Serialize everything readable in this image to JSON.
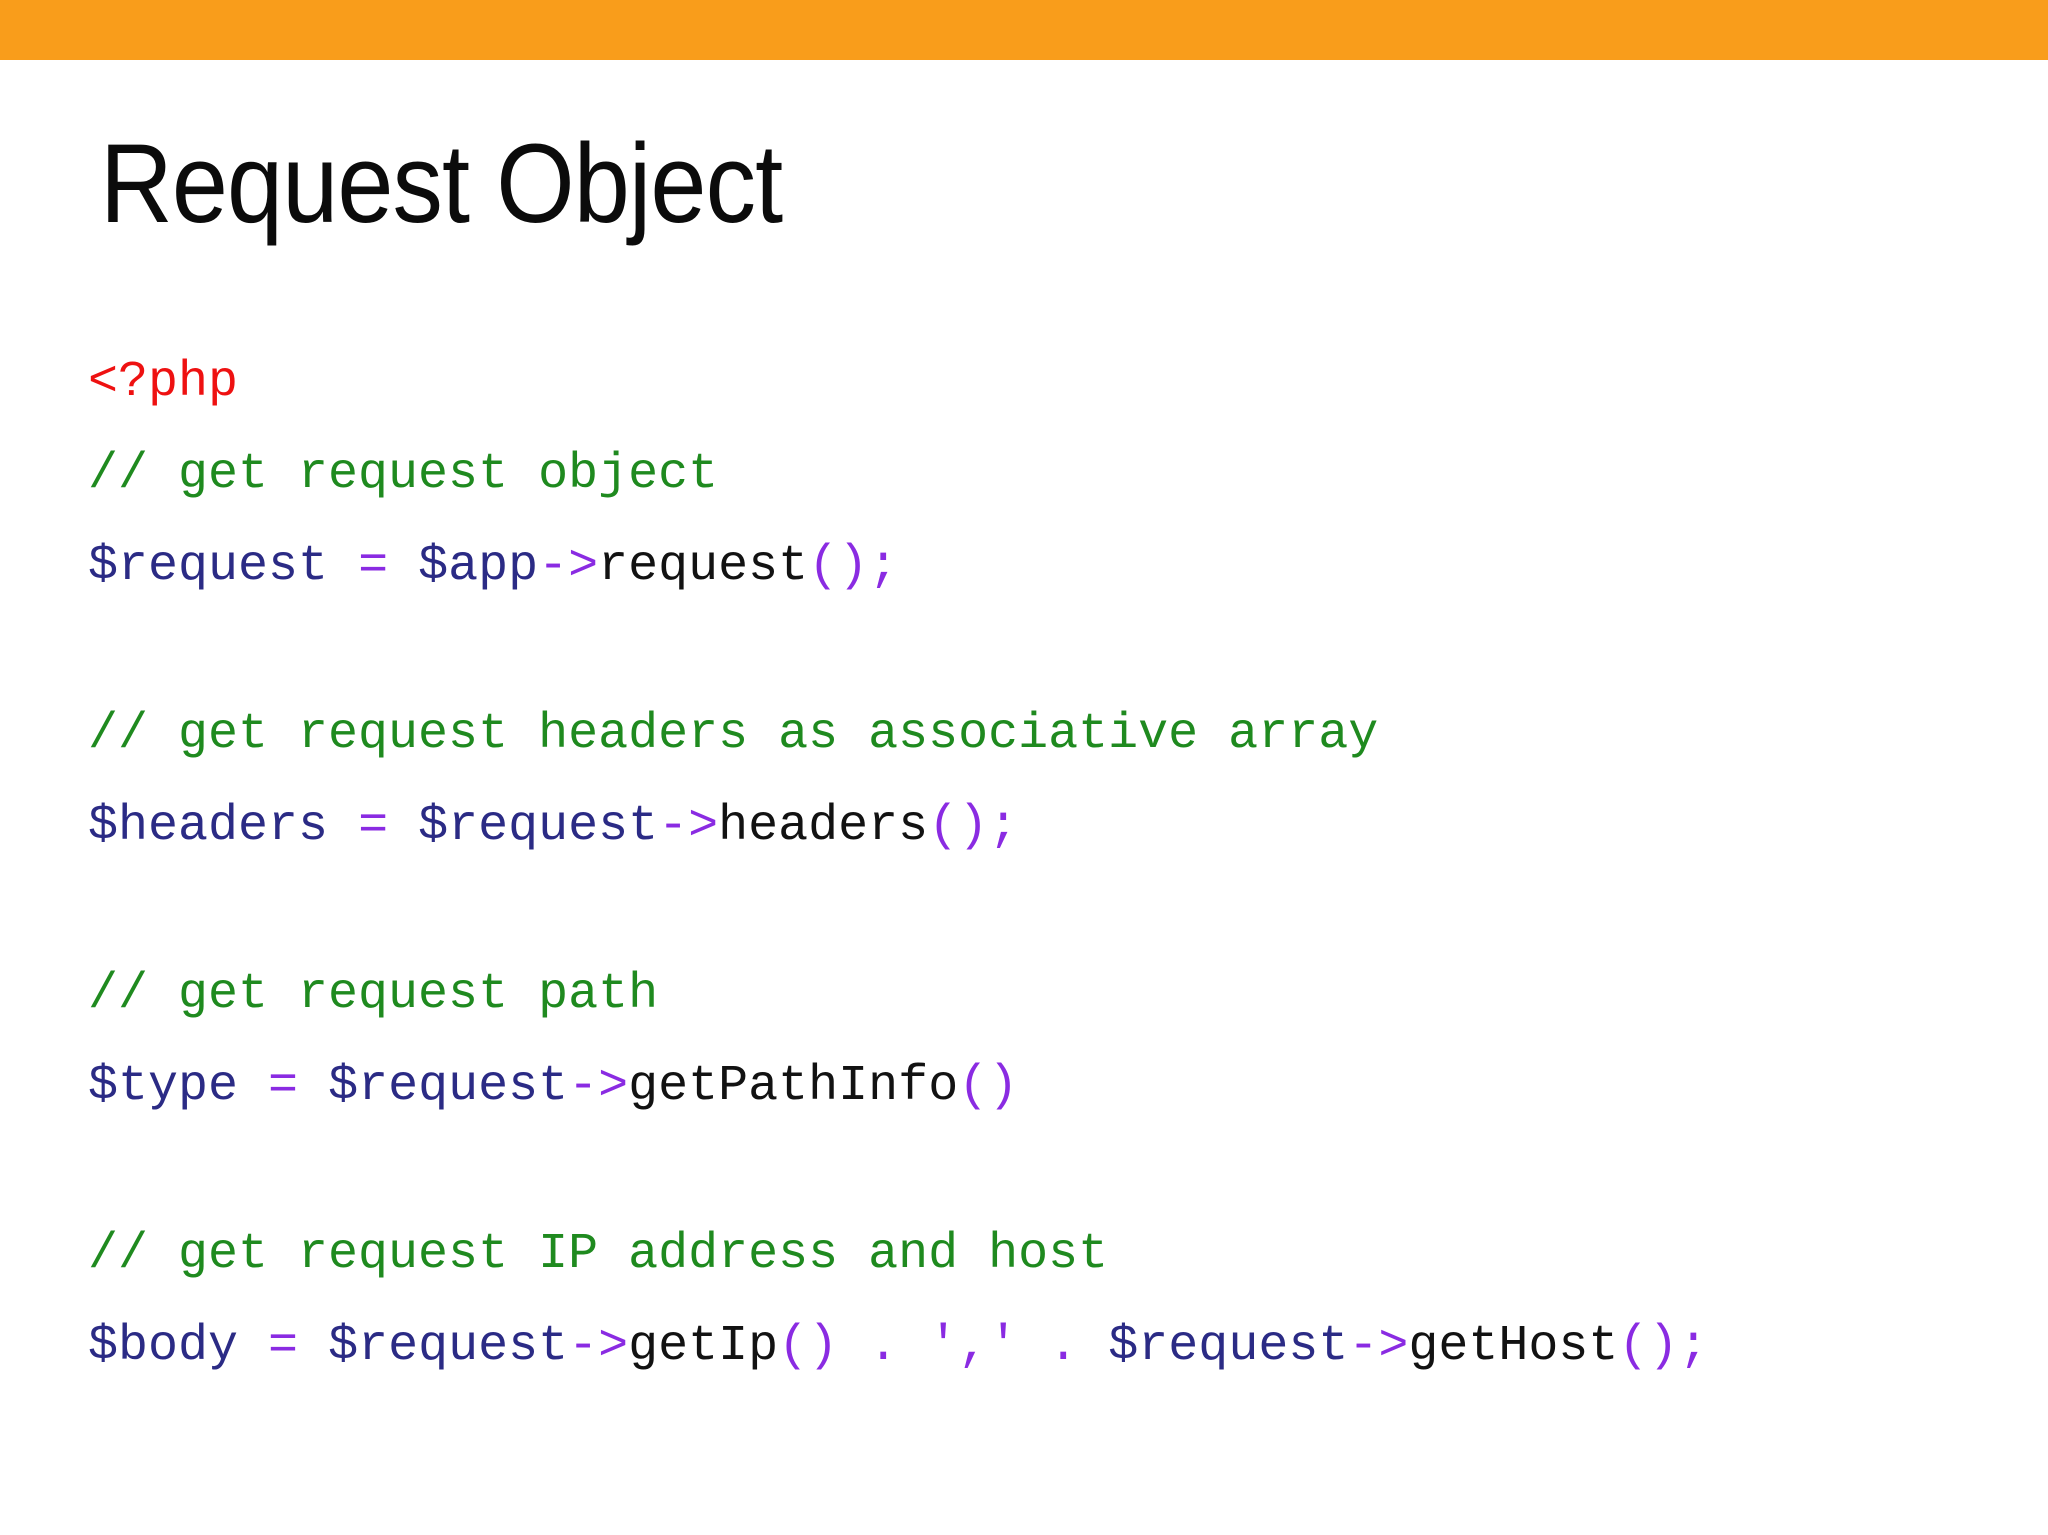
{
  "title": "Request Object",
  "colors": {
    "accent_orange": "#f99d1b",
    "background": "#ffffff",
    "title_text": "#0b0b0b"
  },
  "code": {
    "palette": {
      "tag": "#ee1111",
      "comment": "#1f8a1f",
      "var": "#2b2b85",
      "op": "#8a2be2",
      "str": "#8a2be2",
      "fn": "#121212",
      "plain": "#121212"
    },
    "groups": [
      {
        "lines": [
          {
            "tokens": [
              [
                "tag",
                "<?php"
              ]
            ]
          },
          {
            "tokens": [
              [
                "comment",
                "// get request object"
              ]
            ]
          },
          {
            "tokens": [
              [
                "var",
                "$request"
              ],
              [
                "plain",
                " "
              ],
              [
                "op",
                "="
              ],
              [
                "plain",
                " "
              ],
              [
                "var",
                "$app"
              ],
              [
                "op",
                "->"
              ],
              [
                "fn",
                "request"
              ],
              [
                "op",
                "();"
              ]
            ]
          }
        ]
      },
      {
        "lines": [
          {
            "tokens": [
              [
                "comment",
                "// get request headers as associative array"
              ]
            ]
          },
          {
            "tokens": [
              [
                "var",
                "$headers"
              ],
              [
                "plain",
                " "
              ],
              [
                "op",
                "="
              ],
              [
                "plain",
                " "
              ],
              [
                "var",
                "$request"
              ],
              [
                "op",
                "->"
              ],
              [
                "fn",
                "headers"
              ],
              [
                "op",
                "();"
              ]
            ]
          }
        ]
      },
      {
        "lines": [
          {
            "tokens": [
              [
                "comment",
                "// get request path"
              ]
            ]
          },
          {
            "tokens": [
              [
                "var",
                "$type"
              ],
              [
                "plain",
                " "
              ],
              [
                "op",
                "="
              ],
              [
                "plain",
                " "
              ],
              [
                "var",
                "$request"
              ],
              [
                "op",
                "->"
              ],
              [
                "fn",
                "getPathInfo"
              ],
              [
                "op",
                "()"
              ]
            ]
          }
        ]
      },
      {
        "lines": [
          {
            "tokens": [
              [
                "comment",
                "// get request IP address and host"
              ]
            ]
          },
          {
            "tokens": [
              [
                "var",
                "$body"
              ],
              [
                "plain",
                " "
              ],
              [
                "op",
                "="
              ],
              [
                "plain",
                " "
              ],
              [
                "var",
                "$request"
              ],
              [
                "op",
                "->"
              ],
              [
                "fn",
                "getIp"
              ],
              [
                "op",
                "()"
              ],
              [
                "plain",
                " "
              ],
              [
                "op",
                "."
              ],
              [
                "plain",
                " "
              ],
              [
                "str",
                "','"
              ],
              [
                "plain",
                " "
              ],
              [
                "op",
                "."
              ],
              [
                "plain",
                " "
              ],
              [
                "var",
                "$request"
              ],
              [
                "op",
                "->"
              ],
              [
                "fn",
                "getHost"
              ],
              [
                "op",
                "();"
              ]
            ]
          }
        ]
      }
    ]
  }
}
